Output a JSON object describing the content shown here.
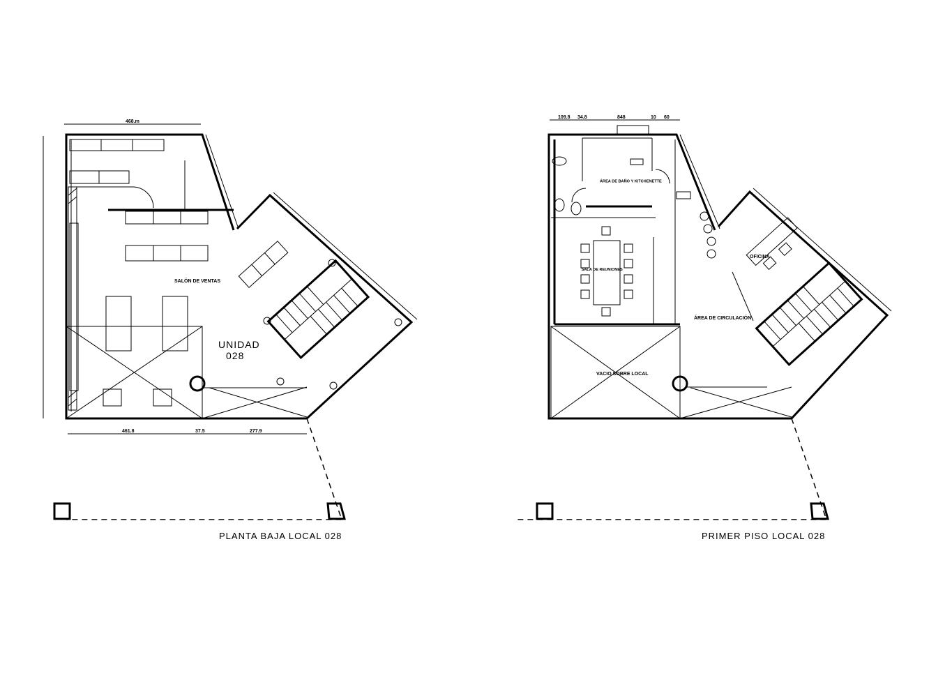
{
  "plans": [
    {
      "title": "PLANTA BAJA LOCAL 028",
      "unit_label": "UNIDAD",
      "unit_number": "028",
      "room_label": "SALÓN DE VENTAS",
      "top_dimension": "468.m",
      "bottom_dimensions": [
        "461.8",
        "37.5",
        "277.9"
      ]
    },
    {
      "title": "PRIMER PISO LOCAL 028",
      "void_label": "VACIO SOBRE LOCAL",
      "room_labels": [
        "ÁREA DE BAÑO Y KITCHENETTE",
        "SALA DE REUNIONES",
        "ÁREA DE CIRCULACIÓN",
        "OFICINA"
      ],
      "top_dimensions": [
        "109.8",
        "34.8",
        "848",
        "10",
        "60"
      ]
    }
  ]
}
